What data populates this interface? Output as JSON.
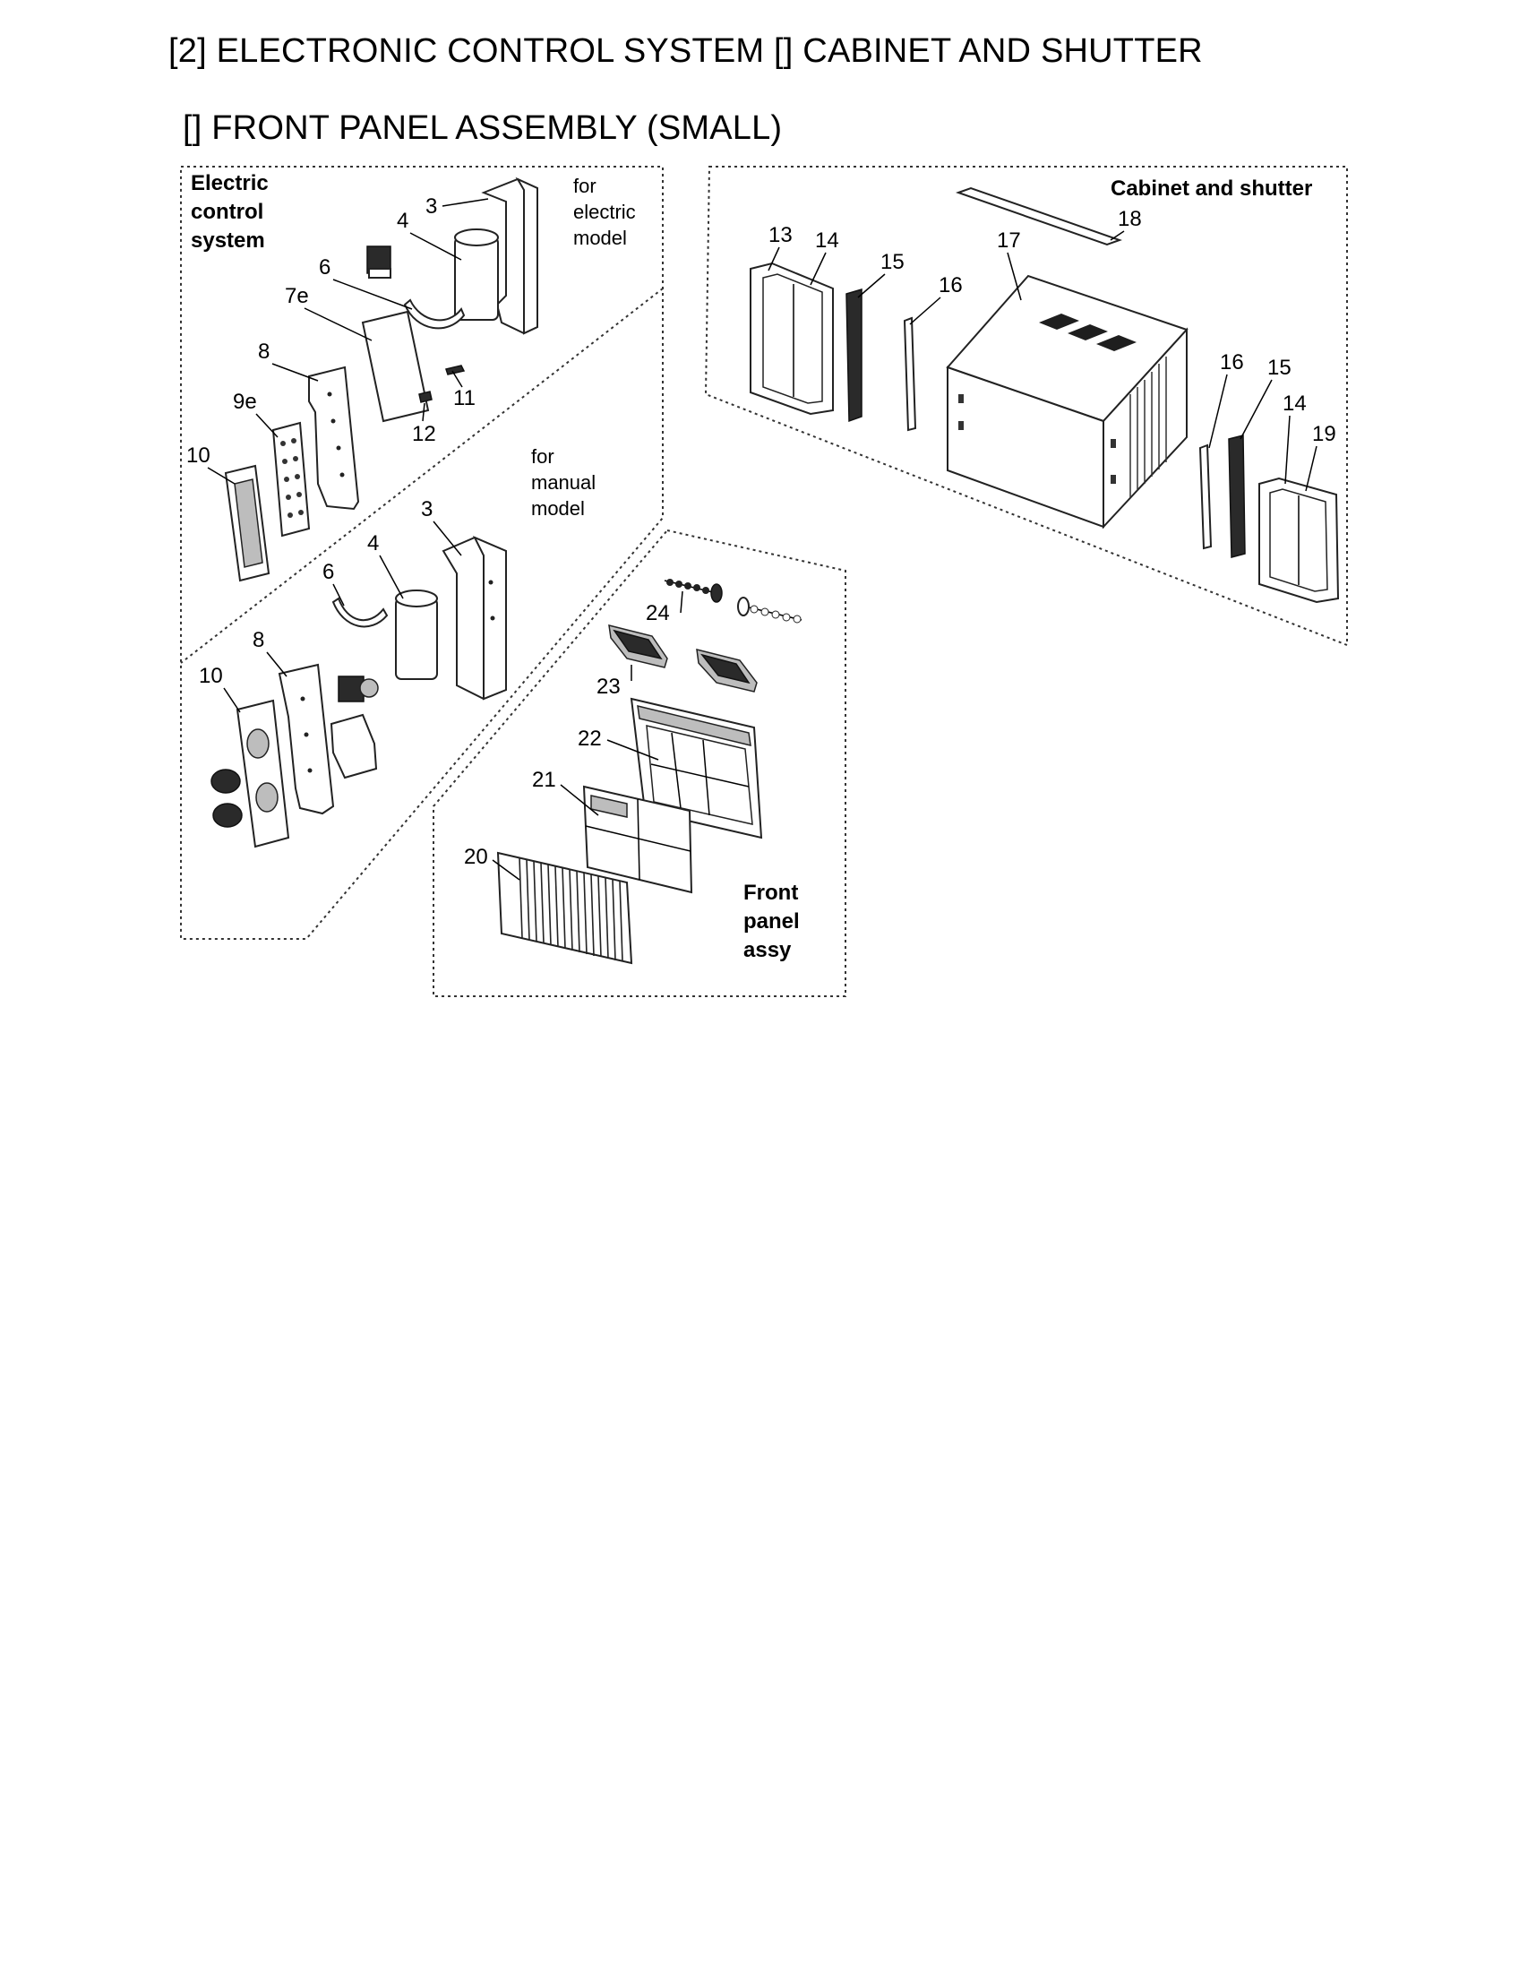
{
  "titles": {
    "line1": "[2] ELECTRONIC CONTROL SYSTEM [] CABINET AND SHUTTER",
    "line2": "[] FRONT PANEL ASSEMBLY (SMALL)"
  },
  "sections": {
    "electric_control": [
      "Electric",
      "control",
      "system"
    ],
    "electric_model": [
      "for",
      "electric",
      "model"
    ],
    "manual_model": [
      "for",
      "manual",
      "model"
    ],
    "cabinet": "Cabinet and shutter",
    "front_panel": [
      "Front",
      "panel",
      "assy"
    ]
  },
  "callouts": {
    "electric": [
      "3",
      "4",
      "6",
      "7e",
      "8",
      "9e",
      "10",
      "11",
      "12"
    ],
    "manual": [
      "3",
      "4",
      "6",
      "8",
      "10"
    ],
    "cabinet": [
      "13",
      "14",
      "15",
      "16",
      "17",
      "18",
      "16",
      "15",
      "14",
      "19"
    ],
    "front": [
      "24",
      "23",
      "22",
      "21",
      "20"
    ]
  }
}
